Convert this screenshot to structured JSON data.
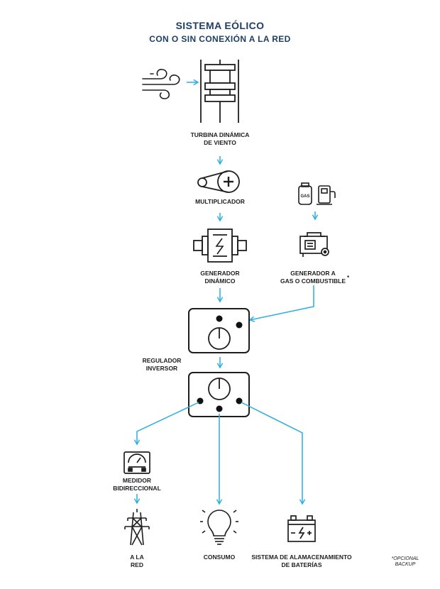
{
  "title": {
    "line1": "SISTEMA EÓLICO",
    "line2": "CON O SIN CONEXIÓN A LA RED"
  },
  "labels": {
    "turbine": [
      "TURBINA DINÁMICA",
      "DE  VIENTO"
    ],
    "multiplier": [
      "MULTIPLICADOR"
    ],
    "generator": [
      "GENERADOR",
      "DINÁMICO"
    ],
    "gas_generator": [
      "GENERADOR A",
      "GAS O COMBUSTIBLE"
    ],
    "gas_generator_mark": "*",
    "regulator": [
      "REGULADOR",
      "INVERSOR"
    ],
    "meter": [
      "MEDIDOR",
      "BIDIRECCIONAL"
    ],
    "grid": [
      "A LA",
      "RED"
    ],
    "consumption": [
      "CONSUMO"
    ],
    "battery": [
      "SISTEMA DE ALAMACENAMIENTO",
      "DE BATERÍAS"
    ],
    "gas_icon_text": "GAS"
  },
  "footnote": [
    "*OPCIONAL",
    "BACKUP"
  ],
  "colors": {
    "arrow": "#29aee0",
    "line": "#1e1e1e",
    "title": "#1d3f66"
  }
}
